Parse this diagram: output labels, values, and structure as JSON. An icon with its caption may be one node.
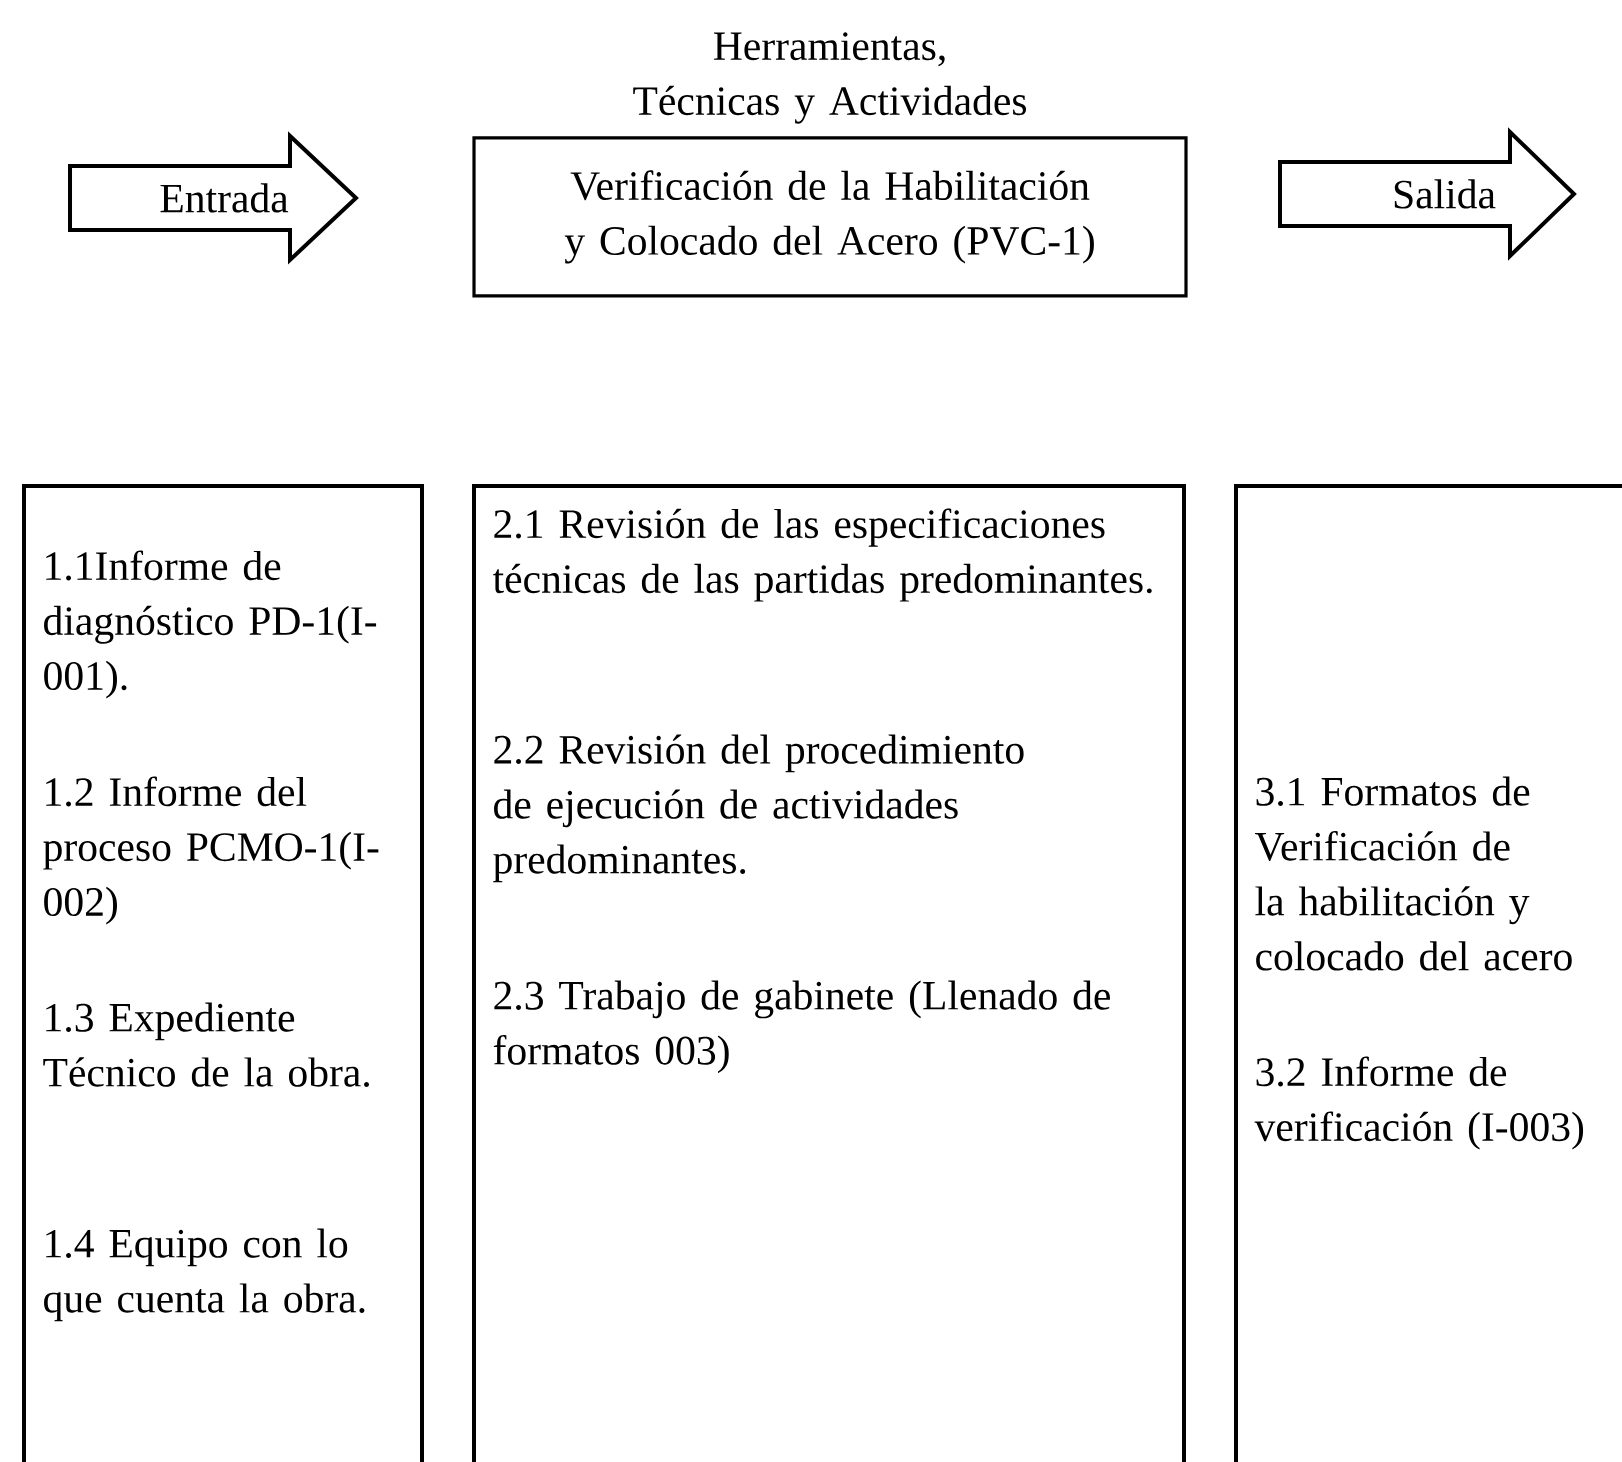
{
  "diagram": {
    "nodes": [
      {
        "text": [
          "Entrada"
        ]
      },
      {
        "text": [
          "Herramientas, Técnicas y Actividades",
          "Verificación de la Habilitación y Colocado del Acero (PVC-1)"
        ]
      },
      {
        "text": [
          "Salida"
        ]
      },
      {
        "text": [
          "1.1Informe de diagnóstico PD-1(I-001).",
          "1.2 Informe del proceso PCMO-1(I-002)",
          "1.3 Expediente Técnico de la obra.",
          "1.4 Equipo con lo que cuenta la obra."
        ]
      },
      {
        "text": [
          "2.1  Revisión de las especificaciones técnicas de las partidas predominantes.",
          "2.2  Revisión del procedimiento de ejecución de actividades predominantes.",
          "2.3  Trabajo de gabinete (Llenado de formatos 003)"
        ]
      },
      {
        "text": [
          "3.1 Formatos de Verificación de la habilitación y colocado del acero",
          "3.2 Informe de verificación (I-003)"
        ]
      }
    ]
  }
}
